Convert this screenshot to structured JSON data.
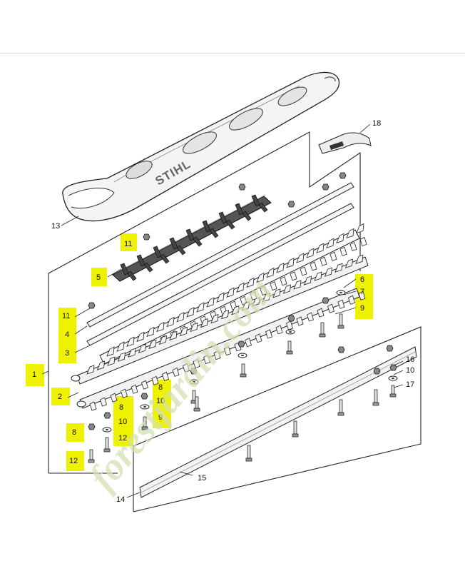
{
  "diagram": {
    "brand_text": "STIHL",
    "watermark": "forestjardin.com",
    "highlight_color": "#eef200",
    "callouts": {
      "c1": "1",
      "c2": "2",
      "c3": "3",
      "c4": "4",
      "c5": "5",
      "c6": "6",
      "c7": "7",
      "c8a": "8",
      "c8b": "8",
      "c8c": "8",
      "c9a": "9",
      "c9b": "9",
      "c10a": "10",
      "c10b": "10",
      "c10c": "10",
      "c11a": "11",
      "c11b": "11",
      "c12a": "12",
      "c12b": "12",
      "c13": "13",
      "c14": "14",
      "c15": "15",
      "c16": "16",
      "c17": "17",
      "c18": "18"
    }
  }
}
